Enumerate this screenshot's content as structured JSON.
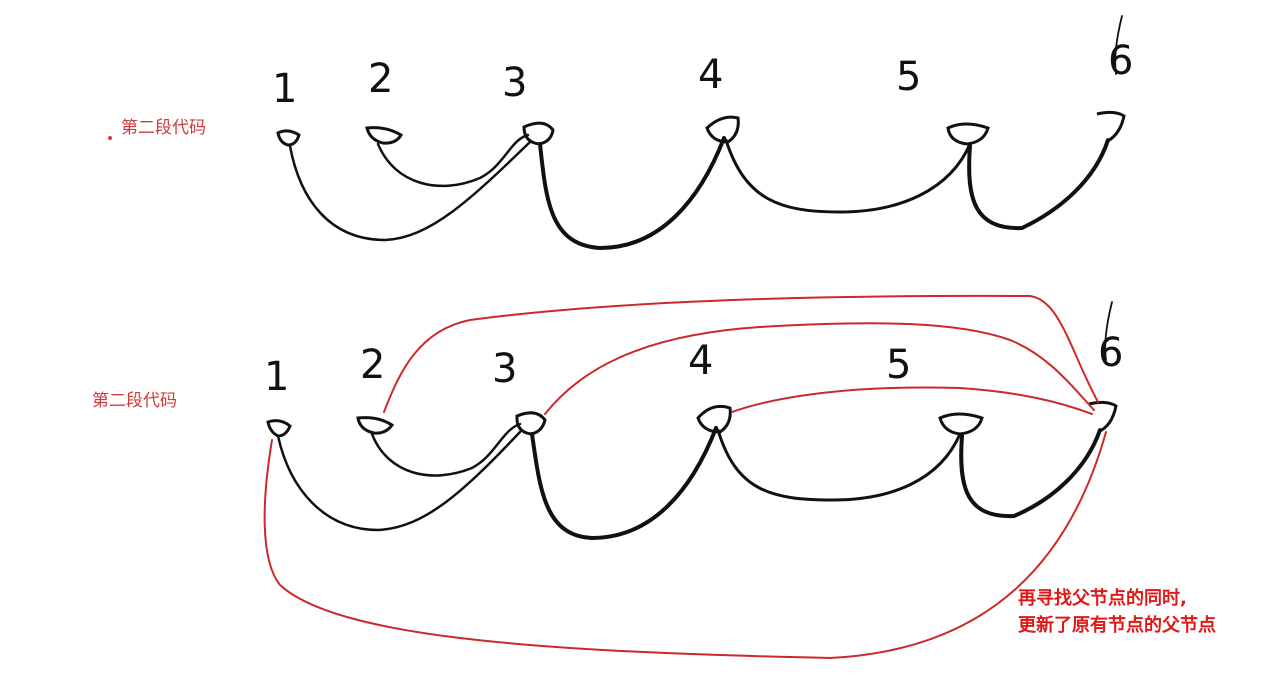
{
  "labels": {
    "top_section": "第二段代码",
    "bottom_section": "第二段代码"
  },
  "annotation": {
    "line1": "再寻找父节点的同时,",
    "line2": "更新了原有节点的父节点"
  },
  "top_diagram": {
    "nodes": [
      "1",
      "2",
      "3",
      "4",
      "5",
      "6"
    ],
    "edges": [
      {
        "from": "1",
        "to": "3"
      },
      {
        "from": "2",
        "to": "3"
      },
      {
        "from": "3",
        "to": "4"
      },
      {
        "from": "4",
        "to": "5"
      },
      {
        "from": "5",
        "to": "6"
      }
    ]
  },
  "bottom_diagram": {
    "nodes": [
      "1",
      "2",
      "3",
      "4",
      "5",
      "6"
    ],
    "edges": [
      {
        "from": "1",
        "to": "3"
      },
      {
        "from": "2",
        "to": "3"
      },
      {
        "from": "3",
        "to": "4"
      },
      {
        "from": "4",
        "to": "5"
      },
      {
        "from": "5",
        "to": "6"
      }
    ],
    "updated_edges": [
      {
        "from": "1",
        "to": "6"
      },
      {
        "from": "2",
        "to": "6"
      },
      {
        "from": "3",
        "to": "6"
      },
      {
        "from": "4",
        "to": "6"
      }
    ]
  },
  "colors": {
    "ink": "#111111",
    "label_red": "#d23a3a",
    "edge_red": "#cc2a2a",
    "annotation_red": "#e01818"
  }
}
